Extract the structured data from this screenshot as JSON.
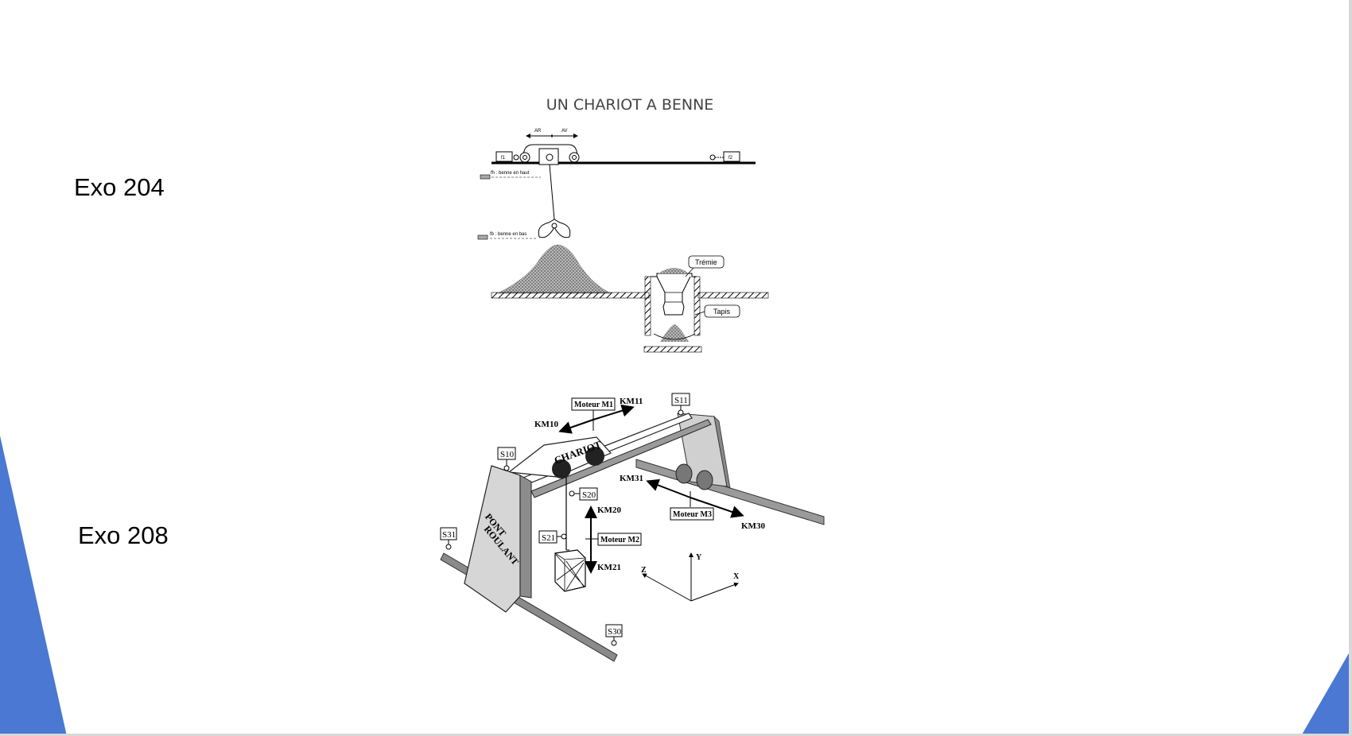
{
  "slide": {
    "exo_top": "Exo 204",
    "exo_bottom": "Exo 208",
    "accent_color": "#4a78d2"
  },
  "diagram1": {
    "title": "UN CHARIOT A BENNE",
    "ar": "AR",
    "av": "AV",
    "f1": "f1",
    "f2": "f2",
    "fh": "fh : benne en haut",
    "fb": "fb : benne en bas",
    "tremie": "Trémie",
    "tapis": "Tapis"
  },
  "diagram2": {
    "moteur_m1": "Moteur M1",
    "km11": "KM11",
    "km10": "KM10",
    "s11": "S11",
    "s10": "S10",
    "chariot": "CHARIOT",
    "s20": "S20",
    "km20": "KM20",
    "km31": "KM31",
    "moteur_m3": "Moteur M3",
    "km30": "KM30",
    "s31": "S31",
    "pont": "PONT",
    "roulant": "ROULANT",
    "s21": "S21",
    "moteur_m2": "Moteur M2",
    "km21": "KM21",
    "s30": "S30",
    "axis_y": "Y",
    "axis_z": "Z",
    "axis_x": "X"
  }
}
